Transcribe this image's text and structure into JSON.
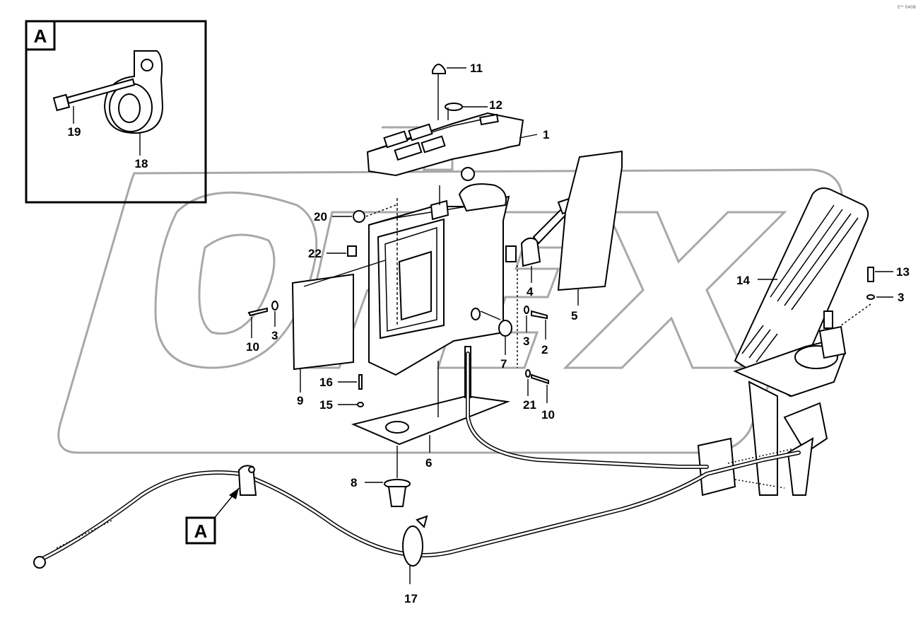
{
  "corner_mark": "E⁰¹ 0408",
  "watermark": "OPEX",
  "detail": {
    "inset_label": "A",
    "pointer_label": "A"
  },
  "callouts": {
    "p1": "1",
    "p2": "2",
    "p3a": "3",
    "p3b": "3",
    "p3c": "3",
    "p4": "4",
    "p5": "5",
    "p6": "6",
    "p7": "7",
    "p8": "8",
    "p9": "9",
    "p10a": "10",
    "p10b": "10",
    "p11": "11",
    "p12": "12",
    "p13": "13",
    "p14": "14",
    "p15": "15",
    "p16": "16",
    "p17": "17",
    "p18": "18",
    "p19": "19",
    "p20": "20",
    "p21": "21",
    "p22": "22"
  }
}
